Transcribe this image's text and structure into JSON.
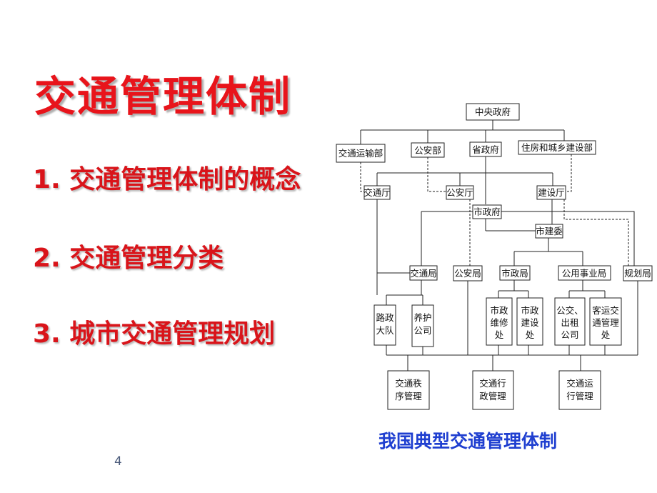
{
  "slide": {
    "title": "交通管理体制",
    "items": [
      "1. 交通管理体制的概念",
      "2. 交通管理分类",
      "3. 城市交通管理规划"
    ],
    "caption": "我国典型交通管理体制",
    "page_number": "4"
  },
  "chart": {
    "central": "中央政府",
    "ministry_transport": "交通运输部",
    "ministry_police": "公安部",
    "province_gov": "省政府",
    "ministry_housing": "住房和城乡建设部",
    "prov_transport": "交通厅",
    "prov_police": "公安厅",
    "prov_construction": "建设厅",
    "city_gov": "市政府",
    "city_construction_committee": "市建委",
    "traffic_bureau": "交通局",
    "police_bureau": "公安局",
    "municipal_bureau": "市政局",
    "public_utility_bureau": "公用事业局",
    "planning_bureau": "规划局",
    "road_team": [
      "路政",
      "大队"
    ],
    "maintenance_co": [
      "养护",
      "公司"
    ],
    "municipal_repair": [
      "市政",
      "维修",
      "处"
    ],
    "municipal_construction": [
      "市政",
      "建设",
      "处"
    ],
    "bus_taxi_co": [
      "公交、",
      "出租",
      "公司"
    ],
    "passenger_mgmt": [
      "客运交",
      "通管理",
      "处"
    ],
    "order_mgmt": [
      "交通秩",
      "序管理"
    ],
    "admin_mgmt": [
      "交通行",
      "政管理"
    ],
    "operation_mgmt": [
      "交通运",
      "行管理"
    ]
  }
}
